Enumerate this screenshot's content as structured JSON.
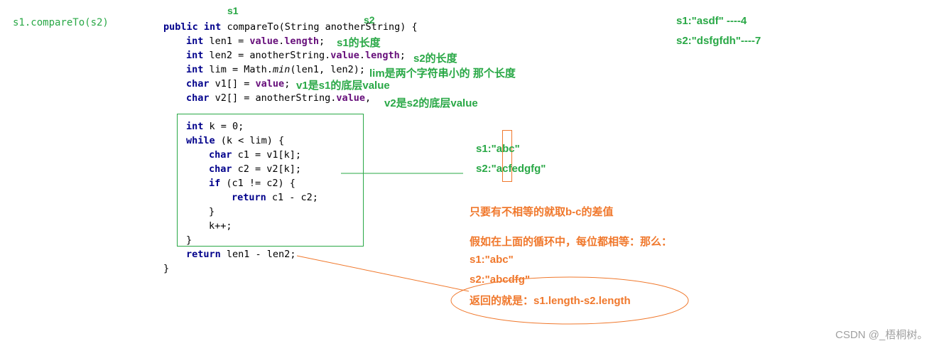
{
  "top_label": "s1.compareTo(s2)",
  "marker_s1": "s1",
  "marker_s2": "s2",
  "code": {
    "sig_public": "public",
    "sig_int": "int",
    "sig_rest": " compareTo(String anotherString) {",
    "l1_int": "int",
    "l1_a": " len1 = ",
    "l1_value": "value",
    "l1_dot": ".",
    "l1_length": "length",
    "l1_end": ";",
    "l2_int": "int",
    "l2_a": " len2 = anotherString.",
    "l2_value": "value",
    "l2_dot": ".",
    "l2_length": "length",
    "l2_end": ";",
    "l3_int": "int",
    "l3_a": " lim = Math.",
    "l3_min": "min",
    "l3_b": "(len1, len2);",
    "l4_char": "char",
    "l4_a": " v1[] = ",
    "l4_value": "value",
    "l4_end": ";",
    "l5_char": "char",
    "l5_a": " v2[] = anotherString.",
    "l5_value": "value",
    "l5_end": ",",
    "l6_int": "int",
    "l6_a": " k = 0;",
    "l7_while": "while",
    "l7_a": " (k < lim) {",
    "l8_char": "char",
    "l8_a": " c1 = v1[k];",
    "l9_char": "char",
    "l9_a": " c2 = v2[k];",
    "l10_if": "if",
    "l10_a": " (c1 != c2) {",
    "l11_return": "return",
    "l11_a": " c1 - c2;",
    "l12": "}",
    "l13": "k++;",
    "l14": "}",
    "l15_return": "return",
    "l15_a": " len1 - len2;",
    "l16": "}"
  },
  "annotations": {
    "len1_note": "s1的长度",
    "len2_note": "s2的长度",
    "lim_note": "lim是两个字符串小的 那个长度",
    "v1_note": "v1是s1的底层value",
    "v2_note": "v2是s2的底层value",
    "ex1_s1": "s1:\"asdf\" ----4",
    "ex1_s2": "s2:\"dsfgfdh\"----7",
    "ex2_s1": "s1:\"abc\"",
    "ex2_s2": "s2:\"acfedgfg\"",
    "diff_note": "只要有不相等的就取b-c的差值",
    "equal_note": "假如在上面的循环中，每位都相等：那么：",
    "ex3_s1": "s1:\"abc\"",
    "ex3_s2": "s2:\"abcdfg\"",
    "result_note": "返回的就是：s1.length-s2.length"
  },
  "colors": {
    "green": "#29a846",
    "orange": "#f0782c",
    "keyword": "#00008b",
    "field": "#660e7a"
  },
  "watermark": "CSDN @_梧桐树。"
}
